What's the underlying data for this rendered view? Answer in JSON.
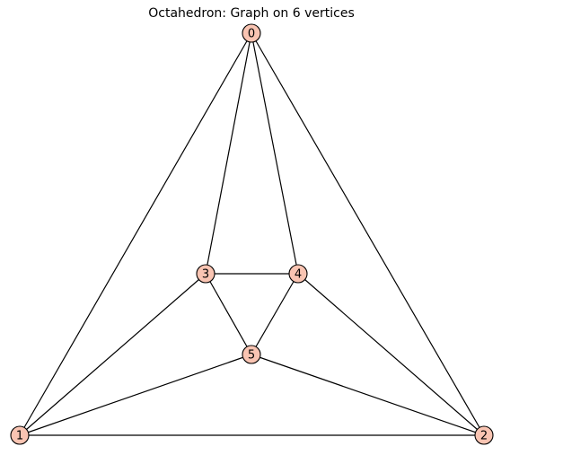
{
  "title": "Octahedron: Graph on 6 vertices",
  "colors": {
    "vertex_fill": "#f9c4b2",
    "vertex_stroke": "#000000",
    "edge": "#000000",
    "background": "#ffffff"
  },
  "graph": {
    "vertices": [
      {
        "id": 0,
        "label": "0"
      },
      {
        "id": 1,
        "label": "1"
      },
      {
        "id": 2,
        "label": "2"
      },
      {
        "id": 3,
        "label": "3"
      },
      {
        "id": 4,
        "label": "4"
      },
      {
        "id": 5,
        "label": "5"
      }
    ],
    "edges": [
      [
        0,
        1
      ],
      [
        0,
        2
      ],
      [
        0,
        3
      ],
      [
        0,
        4
      ],
      [
        1,
        2
      ],
      [
        1,
        3
      ],
      [
        1,
        5
      ],
      [
        2,
        4
      ],
      [
        2,
        5
      ],
      [
        3,
        4
      ],
      [
        3,
        5
      ],
      [
        4,
        5
      ]
    ]
  }
}
